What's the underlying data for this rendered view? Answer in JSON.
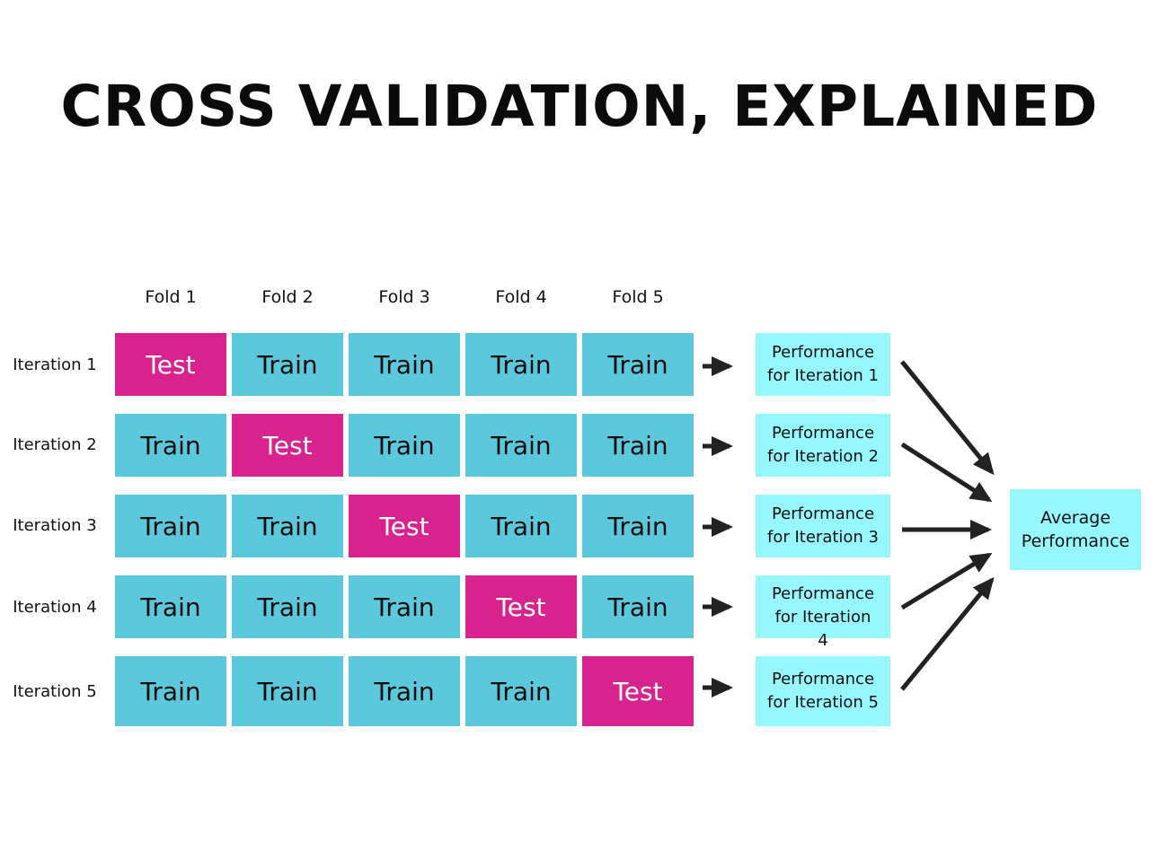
{
  "title": "CROSS VALIDATION, EXPLAINED",
  "folds": [
    "Fold 1",
    "Fold 2",
    "Fold 3",
    "Fold 4",
    "Fold 5"
  ],
  "iterations": [
    {
      "label": "Iteration 1",
      "cells": [
        "Test",
        "Train",
        "Train",
        "Train",
        "Train"
      ],
      "performance": "Performance\nfor Iteration 1"
    },
    {
      "label": "Iteration 2",
      "cells": [
        "Train",
        "Test",
        "Train",
        "Train",
        "Train"
      ],
      "performance": "Performance\nfor Iteration 2"
    },
    {
      "label": "Iteration 3",
      "cells": [
        "Train",
        "Train",
        "Test",
        "Train",
        "Train"
      ],
      "performance": "Performance\nfor Iteration 3"
    },
    {
      "label": "Iteration 4",
      "cells": [
        "Train",
        "Train",
        "Train",
        "Test",
        "Train"
      ],
      "performance": "Performance for Iteration 4"
    },
    {
      "label": "Iteration 5",
      "cells": [
        "Train",
        "Train",
        "Train",
        "Train",
        "Test"
      ],
      "performance": "Performance\nfor Iteration 5"
    }
  ],
  "average": "Average\nPerformance",
  "colors": {
    "train": "#5bc8dc",
    "test": "#d8238e",
    "result": "#96f8fc",
    "arrow": "#222222"
  }
}
